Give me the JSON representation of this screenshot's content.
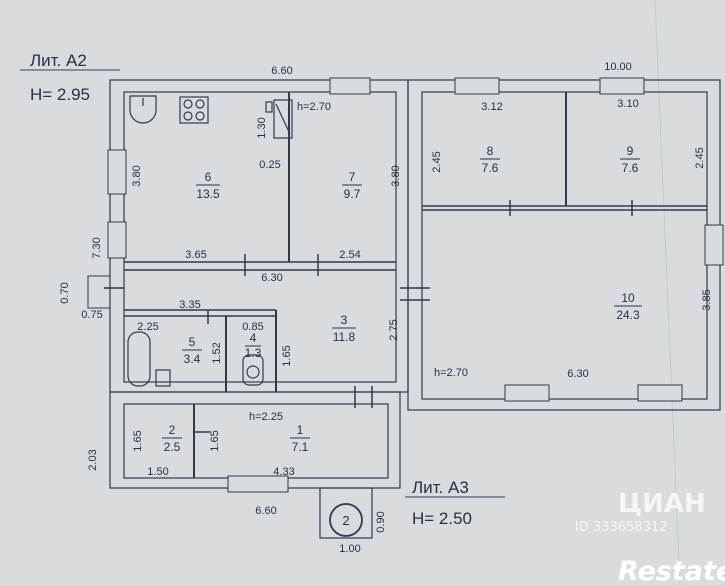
{
  "lit_a2": {
    "label": "Лит. А2",
    "height": "Н= 2.95"
  },
  "lit_a3": {
    "label": "Лит. А3",
    "height": "Н= 2.50"
  },
  "rooms": [
    {
      "number": "6",
      "area": "13.5"
    },
    {
      "number": "7",
      "area": "9.7"
    },
    {
      "number": "8",
      "area": "7.6"
    },
    {
      "number": "9",
      "area": "7.6"
    },
    {
      "number": "10",
      "area": "24.3"
    },
    {
      "number": "3",
      "area": "11.8"
    },
    {
      "number": "5",
      "area": "3.4"
    },
    {
      "number": "4",
      "area": "1.3"
    },
    {
      "number": "2",
      "area": "2.5"
    },
    {
      "number": "1",
      "area": "7.1"
    }
  ],
  "dimensions": {
    "top_a2": "6.60",
    "top_a3": "10.00",
    "d_312": "3.12",
    "d_310": "3.10",
    "h270_a": "h=2.70",
    "h270_b": "h=2.70",
    "h225": "h=2.25",
    "d_130": "1.30",
    "d_025": "0.25",
    "d_380_l": "3.80",
    "d_380_r": "3.80",
    "d_245_l": "2.45",
    "d_245_r": "2.45",
    "d_730": "7.30",
    "d_365": "3.65",
    "d_254": "2.54",
    "d_630_a": "6.30",
    "d_630_b": "6.30",
    "d_070": "0.70",
    "d_075": "0.75",
    "d_335": "3.35",
    "d_225": "2.25",
    "d_085": "0.85",
    "d_152": "1.52",
    "d_165_a": "1.65",
    "d_275": "2.75",
    "d_385": "3.85",
    "d_203": "2.03",
    "d_165_b": "1.65",
    "d_165_c": "1.65",
    "d_150": "1.50",
    "d_433": "4.33",
    "bottom_660": "6.60",
    "d_090": "0.90",
    "d_100": "1.00"
  },
  "porch": {
    "number": "2"
  },
  "watermarks": {
    "cian": "ЦИАН",
    "cian_id": "ID 333658312",
    "restate": "Restate"
  }
}
